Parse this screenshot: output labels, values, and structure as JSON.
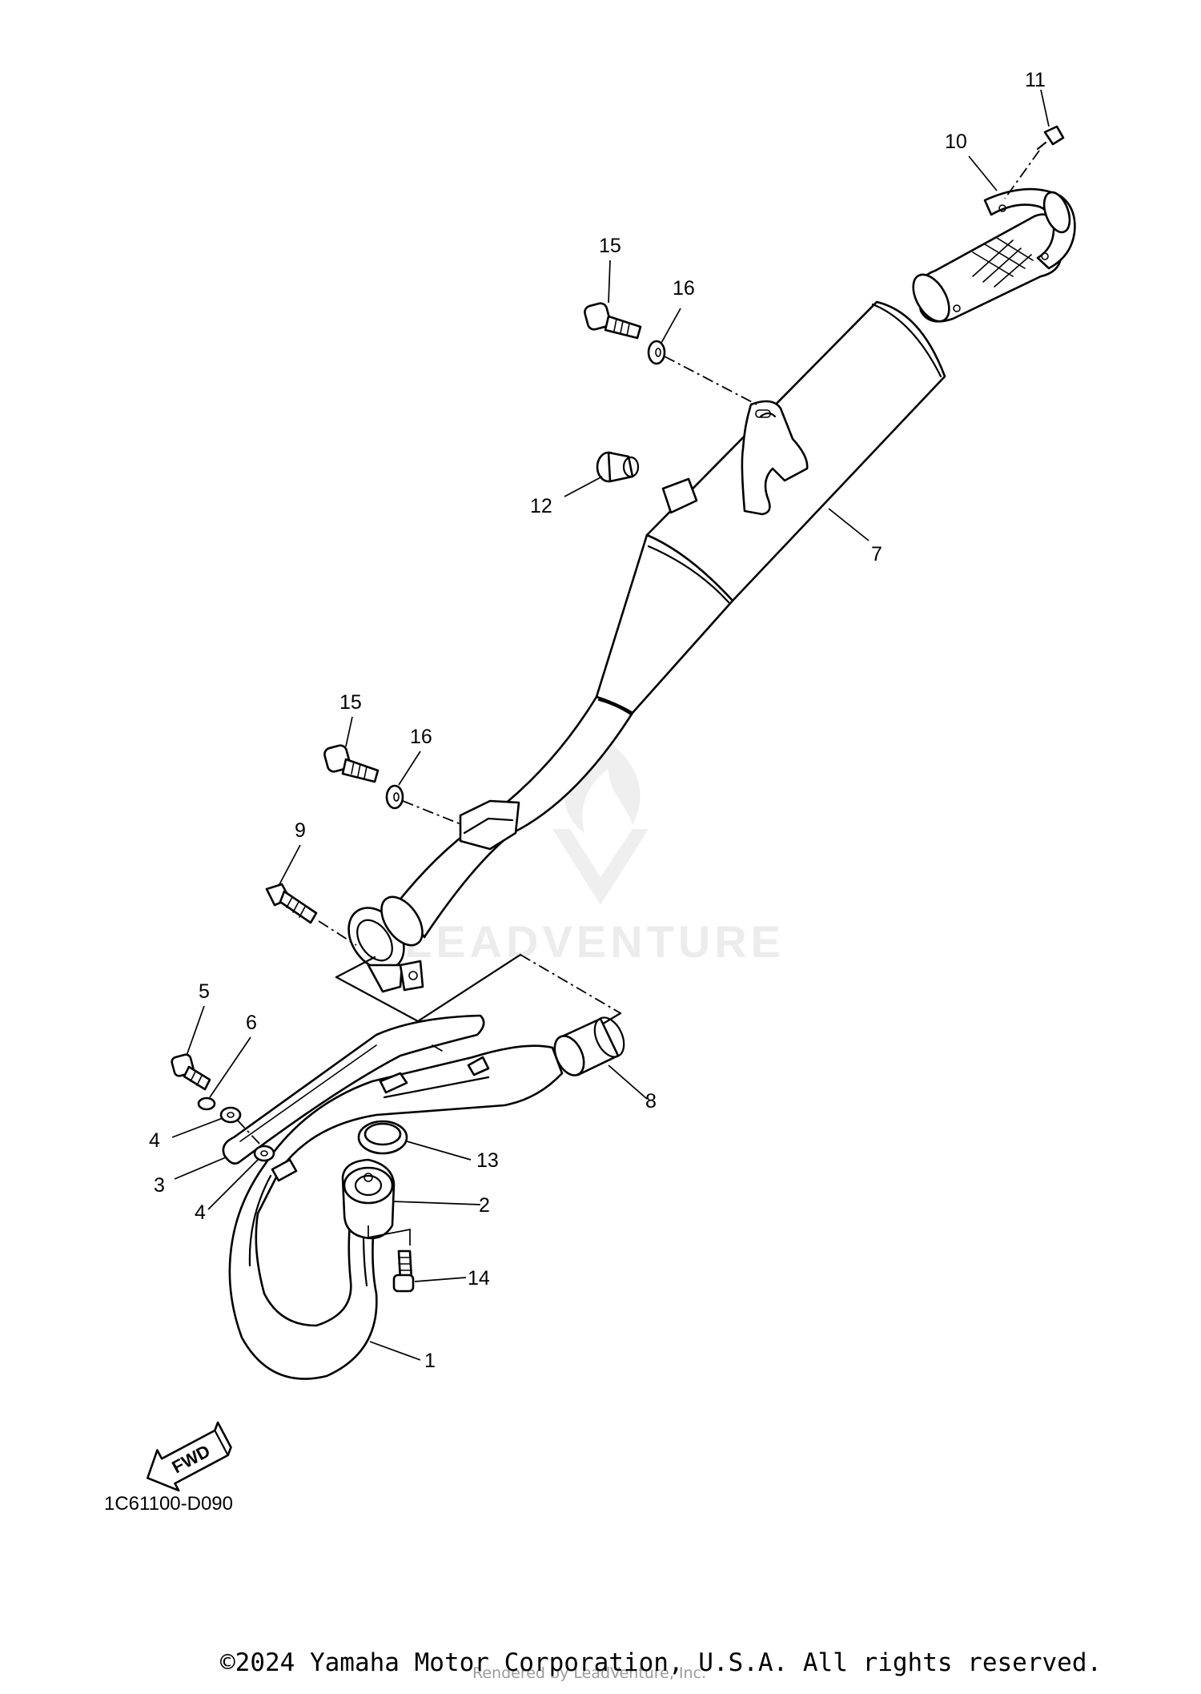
{
  "diagram": {
    "callouts": {
      "c1": "1",
      "c2": "2",
      "c3": "3",
      "c4a": "4",
      "c4b": "4",
      "c5": "5",
      "c6": "6",
      "c7": "7",
      "c8": "8",
      "c9": "9",
      "c10": "10",
      "c11": "11",
      "c12": "12",
      "c13": "13",
      "c14": "14",
      "c15a": "15",
      "c15b": "15",
      "c16a": "16",
      "c16b": "16"
    },
    "diagram_code": "1C61100-D090",
    "fwd_label": "FWD",
    "watermark": "LEADVENTURE"
  },
  "footer": {
    "copyright": "©2024 Yamaha Motor Corporation, U.S.A. All rights reserved.",
    "rendered_by": "Rendered by LeadVenture, Inc."
  },
  "colors": {
    "line": "#000000",
    "watermark": "#ececec",
    "footer_secondary": "#9a9a9a"
  }
}
